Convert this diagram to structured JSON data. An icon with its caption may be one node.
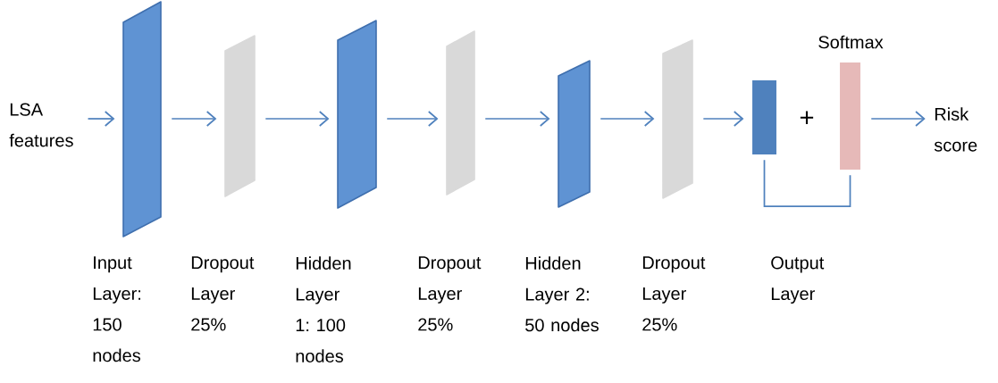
{
  "diagram": {
    "nodes": [
      {
        "text": [
          "LSA features"
        ]
      },
      {
        "text": [],
        "shape": "parallelogram",
        "beside": [
          "Input Layer: 150 nodes"
        ]
      },
      {
        "text": [],
        "shape": "parallelogram",
        "beside": [
          "Dropout Layer 25%"
        ]
      },
      {
        "text": [],
        "shape": "parallelogram",
        "beside": [
          "Hidden Layer 1: 100 nodes"
        ]
      },
      {
        "text": [],
        "shape": "parallelogram",
        "beside": [
          "Dropout Layer 25%"
        ]
      },
      {
        "text": [],
        "shape": "parallelogram",
        "beside": [
          "Hidden Layer 2: 50 nodes"
        ]
      },
      {
        "text": [],
        "shape": "parallelogram",
        "beside": [
          "Dropout Layer 25%"
        ]
      },
      {
        "text": [],
        "shape": "bar"
      },
      {
        "text": [
          "Softmax"
        ]
      },
      {
        "text": [
          "Risk score"
        ]
      }
    ],
    "edges": [
      {
        "from": 0,
        "to": 1,
        "arrow": "to"
      },
      {
        "from": 1,
        "to": 2,
        "arrow": "to"
      },
      {
        "from": 2,
        "to": 3,
        "arrow": "to"
      },
      {
        "from": 3,
        "to": 4,
        "arrow": "to"
      },
      {
        "from": 4,
        "to": 5,
        "arrow": "to"
      },
      {
        "from": 5,
        "to": 6,
        "arrow": "to"
      },
      {
        "from": 6,
        "to": 7,
        "arrow": "to"
      },
      {
        "from": 8,
        "to": 9,
        "arrow": "to"
      },
      {
        "from": 7,
        "to": 8,
        "arrow": "none"
      }
    ],
    "labels": [
      "+",
      "Output Layer"
    ]
  }
}
